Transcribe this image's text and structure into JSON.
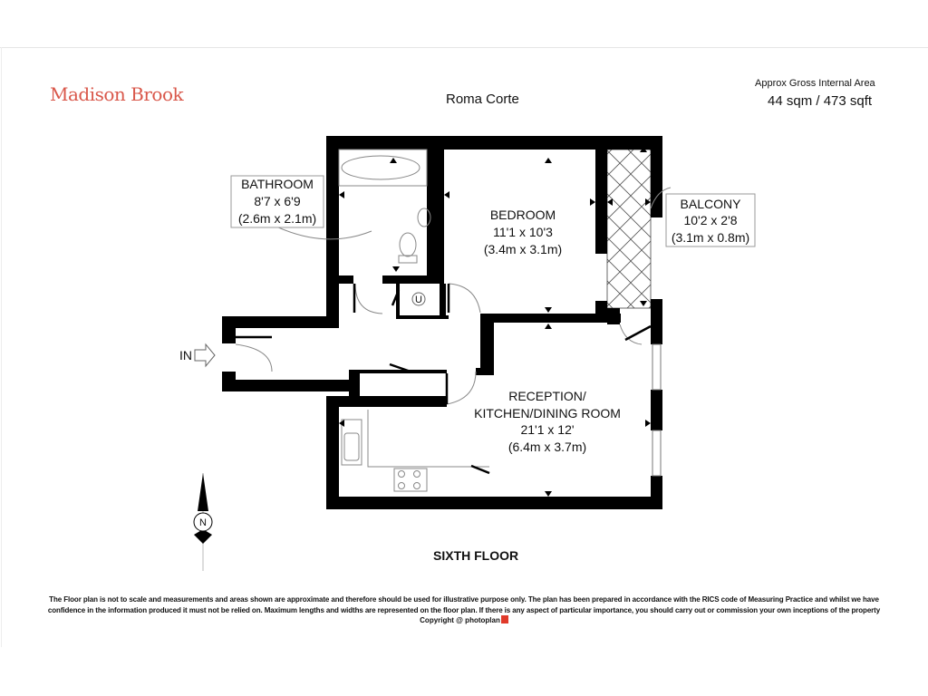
{
  "brand": "Madison Brook",
  "property_name": "Roma Corte",
  "area": {
    "label": "Approx Gross Internal Area",
    "value": "44 sqm / 473 sqft"
  },
  "rooms": [
    {
      "name": "BATHROOM",
      "imperial": "8'7 x 6'9",
      "metric": "(2.6m x 2.1m)"
    },
    {
      "name": "BEDROOM",
      "imperial": "11'1 x 10'3",
      "metric": "(3.4m x 3.1m)"
    },
    {
      "name": "BALCONY",
      "imperial": "10'2 x 2'8",
      "metric": "(3.1m x 0.8m)"
    },
    {
      "name_line1": "RECEPTION/",
      "name_line2": "KITCHEN/DINING ROOM",
      "imperial": "21'1 x 12'",
      "metric": "(6.4m x 3.7m)"
    }
  ],
  "entrance_label": "IN",
  "cupboard_label": "U",
  "compass_label": "N",
  "floor_label": "SIXTH FLOOR",
  "disclaimer": "The Floor plan is not to scale and measurements and areas shown are approximate and therefore should be used for illustrative purpose only. The plan has been prepared in accordance with the RICS code of Measuring Practice and whilst we have confidence in the information produced it must not be relied on. Maximum  lengths and widths are represented on the floor plan. If there is any aspect of particular importance, you should carry out or commission your own inceptions of the property",
  "copyright": "Copyright @ photoplan",
  "colors": {
    "brand": "#d9574a",
    "wall": "#000000"
  }
}
